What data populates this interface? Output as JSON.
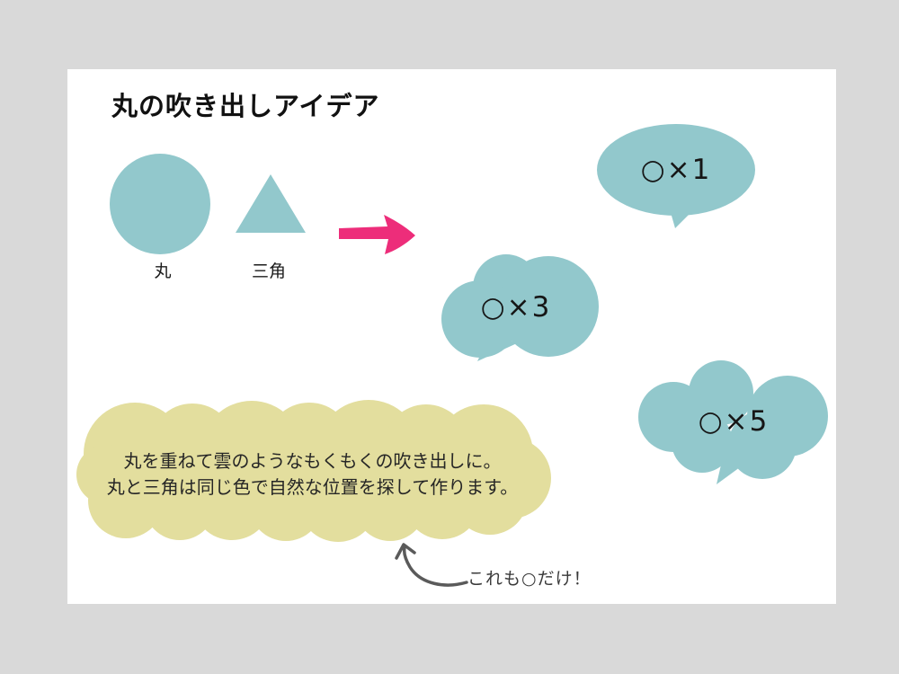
{
  "page": {
    "title": "丸の吹き出しアイデア"
  },
  "palette": {
    "background": "#d9d9d9",
    "card": "#ffffff",
    "shape_teal": "#92c8cc",
    "note_yellow": "#e3de9e",
    "arrow_pink": "#ed2d7a",
    "ink": "#1b1b1b",
    "annotation_gray": "#4a4a4a"
  },
  "legend": {
    "circle_label": "丸",
    "triangle_label": "三角"
  },
  "bubbles": [
    {
      "label": "○×1",
      "circles": 1,
      "style": "ellipse-with-tail"
    },
    {
      "label": "○×3",
      "circles": 3,
      "style": "cloud-with-tail"
    },
    {
      "label": "○×5",
      "circles": 5,
      "style": "cloud-with-tail"
    }
  ],
  "note": {
    "line1": "丸を重ねて雲のようなもくもくの吹き出しに。",
    "line2": "丸と三角は同じ色で自然な位置を探して作ります。"
  },
  "annotation": {
    "text": "これも○だけ！"
  }
}
